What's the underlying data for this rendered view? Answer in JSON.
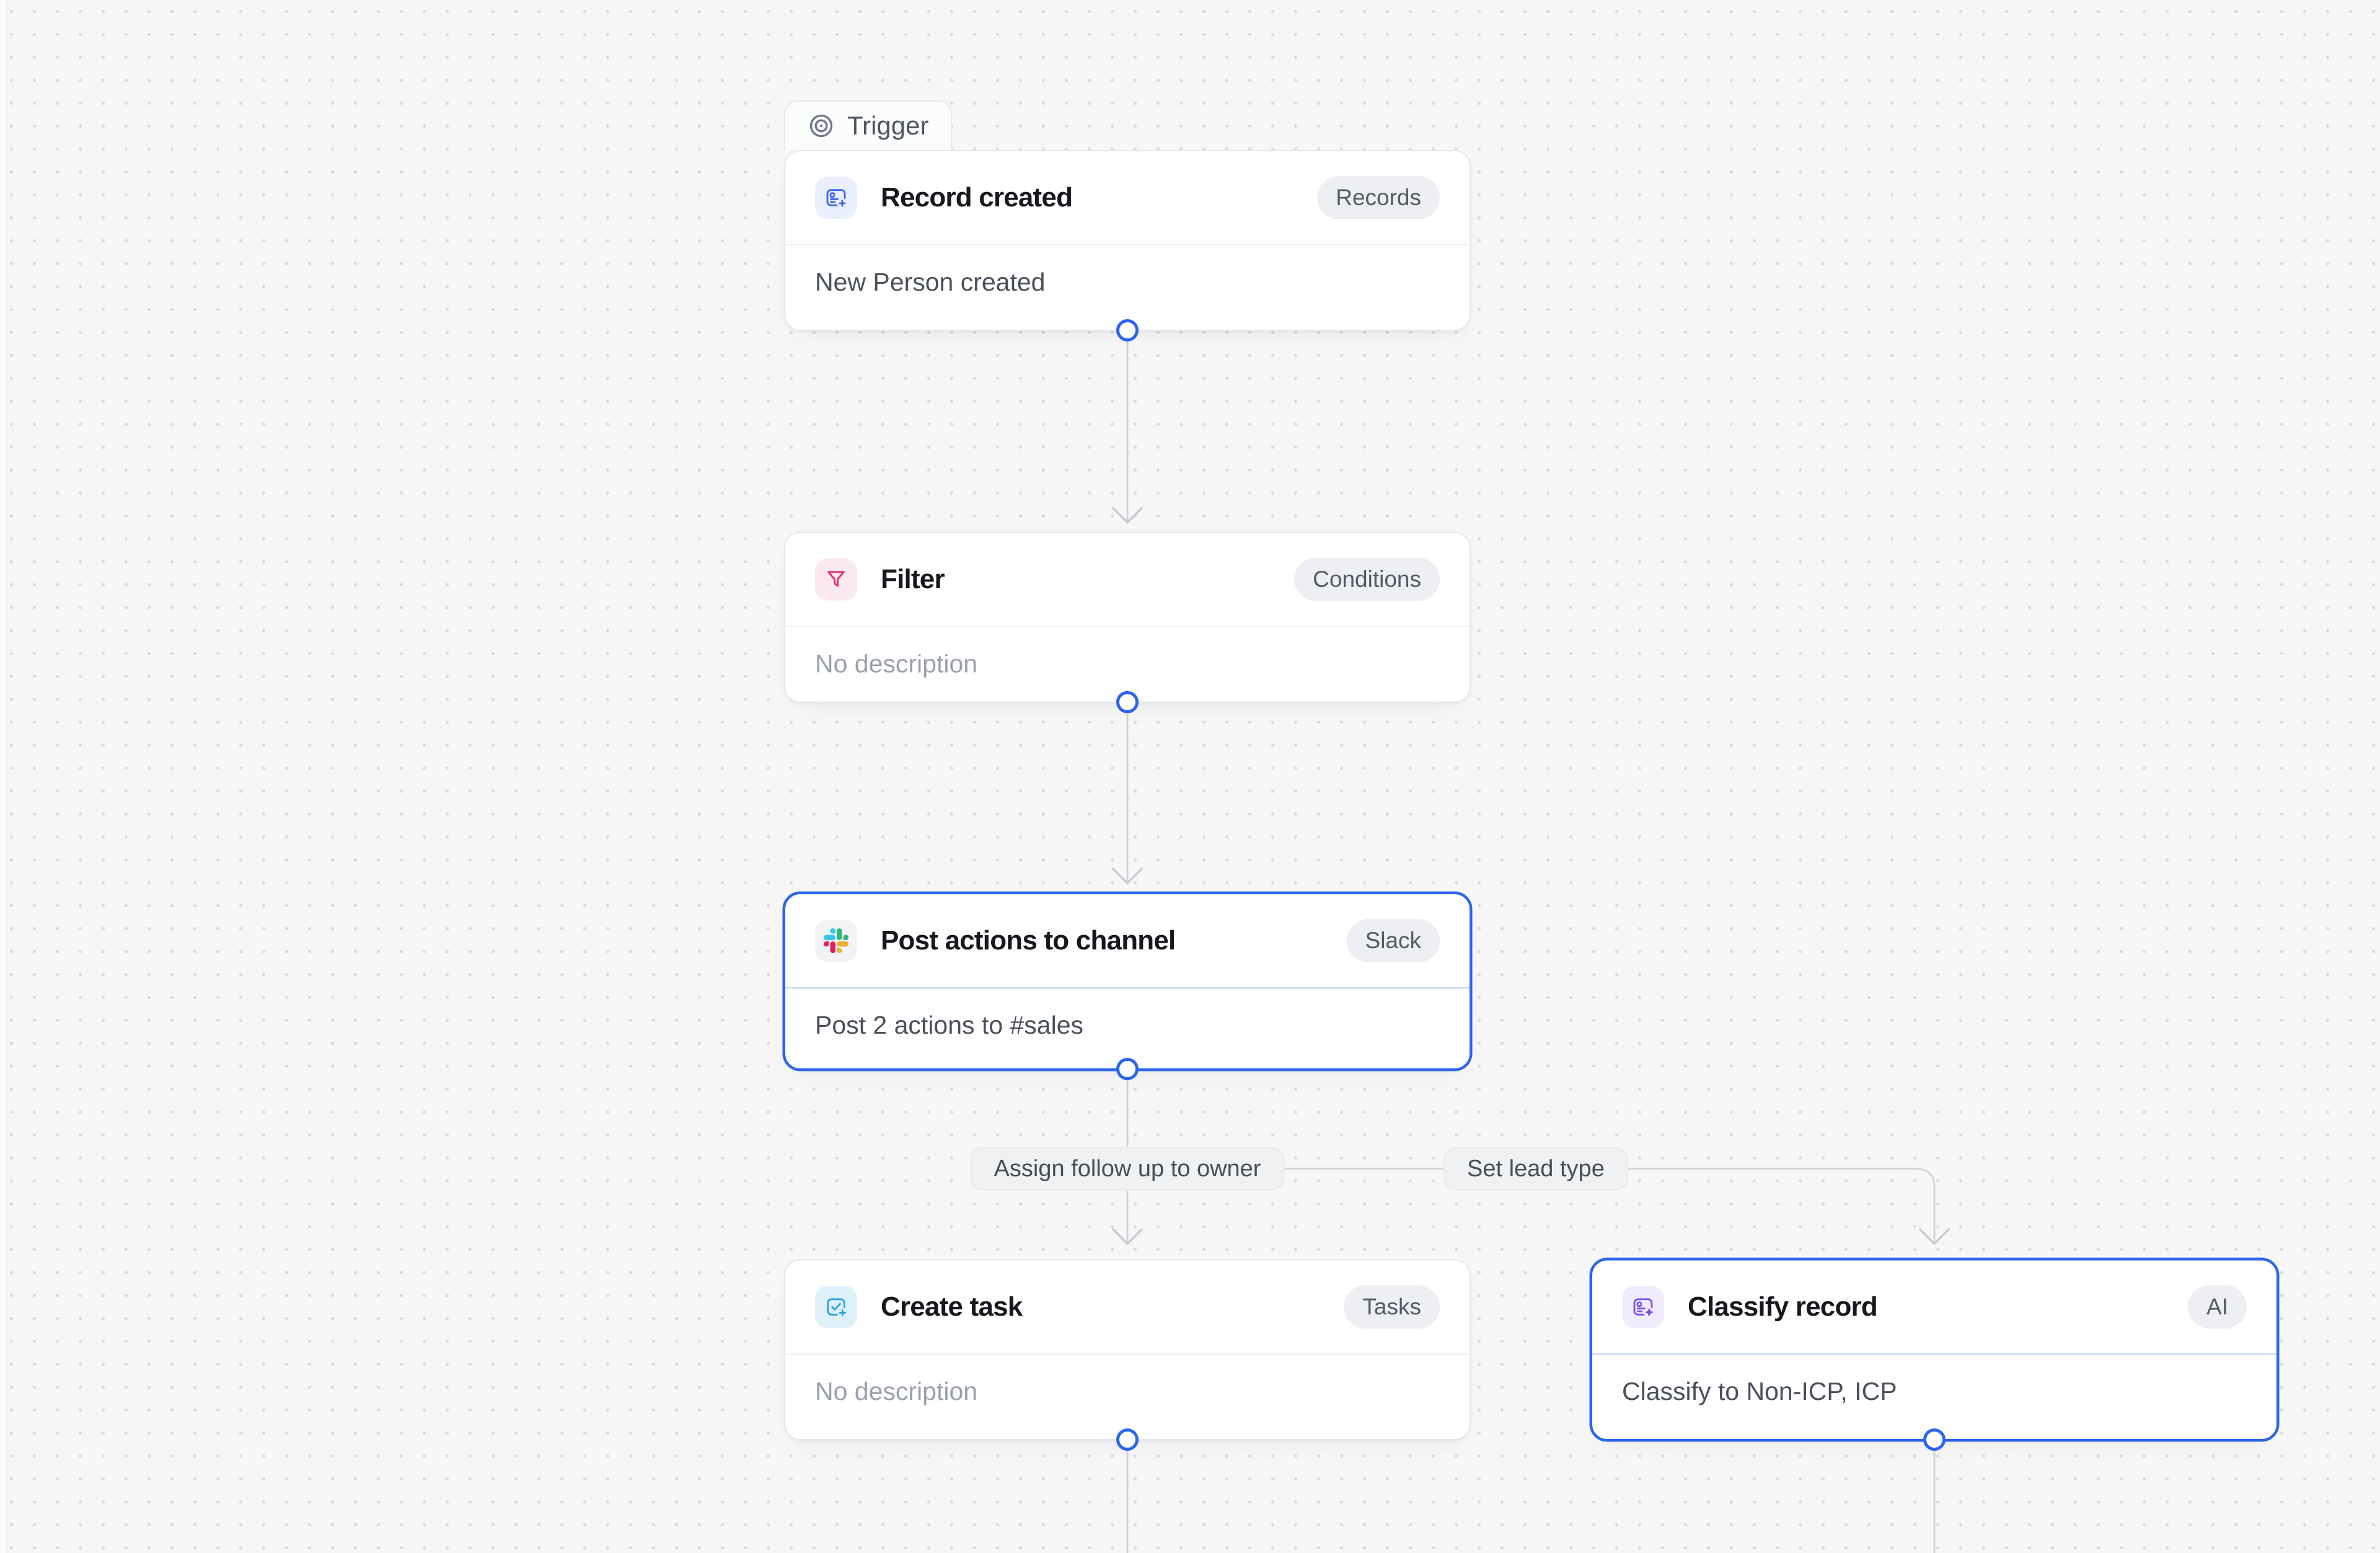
{
  "canvas": {
    "background": "#f7f7f8",
    "dot_color": "#d8dade"
  },
  "colors": {
    "accent_blue": "#2b65ec",
    "card_border": "#e6e8eb",
    "record_icon_blue": "#3c67e8",
    "filter_icon_pink": "#e2336a",
    "task_icon_cyan": "#2aa4de",
    "ai_icon_purple": "#7e50ea",
    "slack_blue": "#36C5F0",
    "slack_green": "#2EB67D",
    "slack_red": "#E01E5A",
    "slack_yellow": "#ECB22E"
  },
  "trigger_tab": {
    "label": "Trigger",
    "icon": "target-icon"
  },
  "nodes": [
    {
      "title": "Record created",
      "badge": "Records",
      "description": "New Person created",
      "icon": "record-add-icon",
      "selected": false
    },
    {
      "title": "Filter",
      "badge": "Conditions",
      "description": "No description",
      "icon": "filter-funnel-icon",
      "selected": false
    },
    {
      "title": "Post actions to channel",
      "badge": "Slack",
      "description": "Post 2 actions to #sales",
      "icon": "slack-icon",
      "selected": true
    },
    {
      "title": "Create task",
      "badge": "Tasks",
      "description": "No description",
      "icon": "task-add-icon",
      "selected": false
    },
    {
      "title": "Classify record",
      "badge": "AI",
      "description": "Classify to Non-ICP, ICP",
      "icon": "record-ai-icon",
      "selected": true
    }
  ],
  "branches": [
    {
      "label": "Assign follow up to owner"
    },
    {
      "label": "Set lead type"
    }
  ]
}
